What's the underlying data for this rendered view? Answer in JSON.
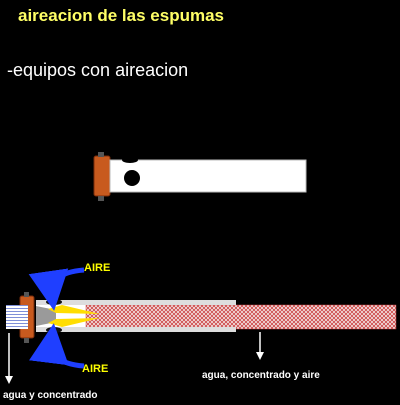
{
  "title": "aireacion de las espumas",
  "subtitle": "-equipos con aireacion",
  "labels": {
    "air_top": "AIRE",
    "air_bottom": "AIRE",
    "water_concentrate": "agua y concentrado",
    "water_concentrate_air": "agua, concentrado y aire"
  },
  "colors": {
    "title": "#ffff66",
    "air_label": "#ffff00",
    "arrow_blue": "#1f3fff",
    "coupling": "#c85a1e",
    "foam": "#cc4444"
  }
}
